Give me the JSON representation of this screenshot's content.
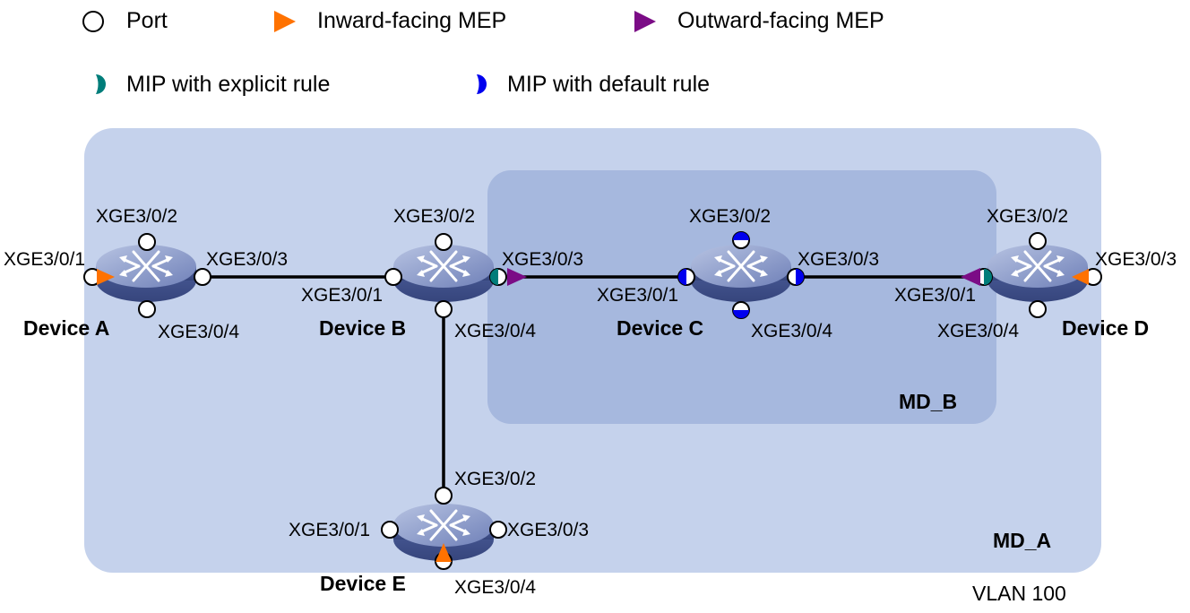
{
  "legend": {
    "port": "Port",
    "inward_mep": "Inward-facing  MEP",
    "outward_mep": "Outward-facing  MEP",
    "mip_explicit": "MIP with explicit rule",
    "mip_default": "MIP with default rule"
  },
  "domains": {
    "md_a": "MD_A",
    "md_b": "MD_B",
    "vlan": "VLAN 100"
  },
  "colors": {
    "md_a_fill": "#c5d2ec",
    "md_b_fill": "#a6b8de",
    "inward_mep": "#ff7200",
    "outward_mep": "#7b0c86",
    "mip_explicit": "#007d7a",
    "mip_default": "#0000ee"
  },
  "devices": {
    "a": {
      "name": "Device A",
      "ports": {
        "p1": "XGE3/0/1",
        "p2": "XGE3/0/2",
        "p3": "XGE3/0/3",
        "p4": "XGE3/0/4"
      }
    },
    "b": {
      "name": "Device B",
      "ports": {
        "p1": "XGE3/0/1",
        "p2": "XGE3/0/2",
        "p3": "XGE3/0/3",
        "p4": "XGE3/0/4"
      }
    },
    "c": {
      "name": "Device C",
      "ports": {
        "p1": "XGE3/0/1",
        "p2": "XGE3/0/2",
        "p3": "XGE3/0/3",
        "p4": "XGE3/0/4"
      }
    },
    "d": {
      "name": "Device D",
      "ports": {
        "p1": "XGE3/0/1",
        "p2": "XGE3/0/2",
        "p3": "XGE3/0/3",
        "p4": "XGE3/0/4"
      }
    },
    "e": {
      "name": "Device E",
      "ports": {
        "p1": "XGE3/0/1",
        "p2": "XGE3/0/2",
        "p3": "XGE3/0/3",
        "p4": "XGE3/0/4"
      }
    }
  }
}
